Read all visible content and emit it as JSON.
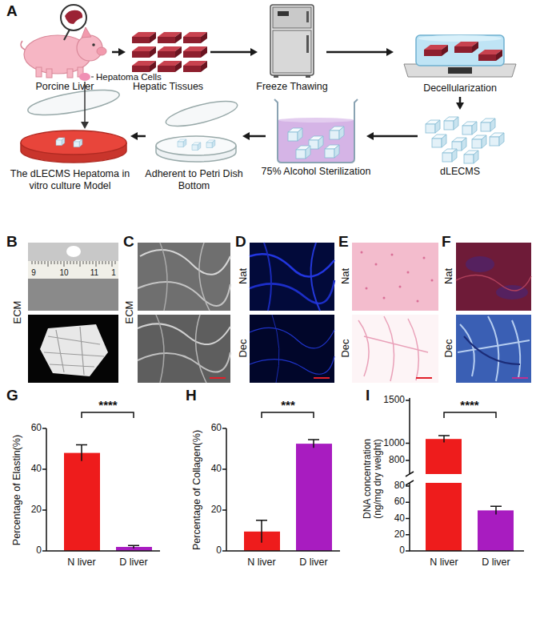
{
  "diagram": {
    "nodes": [
      {
        "text": [
          "Porcine Liver"
        ]
      },
      {
        "text": [
          "Hepatic Tissues"
        ]
      },
      {
        "text": [
          "Freeze Thawing"
        ]
      },
      {
        "text": [
          "Decellularization"
        ]
      },
      {
        "text": [
          "dLECMS"
        ]
      },
      {
        "text": [
          "75% Alcohol Sterilization"
        ]
      },
      {
        "text": [
          "Adherent to Petri Dish Bottom"
        ]
      },
      {
        "text": [
          "The dLECMS Hepatoma in vitro culture Model"
        ]
      }
    ],
    "edges": [
      {
        "from": 0,
        "to": 1,
        "arrow": "to"
      },
      {
        "from": 1,
        "to": 2,
        "arrow": "to"
      },
      {
        "from": 2,
        "to": 3,
        "arrow": "to"
      },
      {
        "from": 3,
        "to": 4,
        "arrow": "to"
      },
      {
        "from": 4,
        "to": 5,
        "arrow": "to"
      },
      {
        "from": 5,
        "to": 6,
        "arrow": "to"
      },
      {
        "from": 6,
        "to": 7,
        "arrow": "to"
      }
    ],
    "labels": [
      "A",
      "Hepatoma Cells",
      "B",
      "ECM",
      "9",
      "10",
      "11",
      "1",
      "C",
      "ECM",
      "D",
      "Nat",
      "Dec",
      "E",
      "Nat",
      "Dec",
      "F",
      "Nat",
      "Dec",
      "G",
      "Percentage of Elastin(%)",
      "60",
      "40",
      "20",
      "0",
      "****",
      "N liver",
      "D liver",
      "H",
      "Percentage of Collagen(%)",
      "60",
      "40",
      "20",
      "0",
      "***",
      "N liver",
      "D liver",
      "I",
      "DNA concentration (ng/mg dry weight)",
      "1500",
      "1000",
      "800",
      "80",
      "60",
      "40",
      "20",
      "0",
      "****",
      "N liver",
      "D liver"
    ]
  }
}
